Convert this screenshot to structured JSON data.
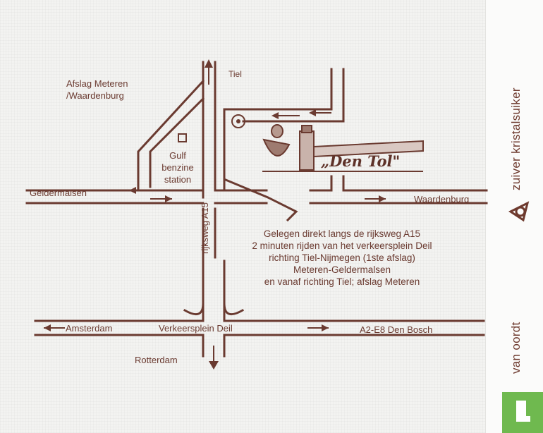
{
  "labels": {
    "afslag_line1": "Afslag Meteren",
    "afslag_line2": "/Waardenburg",
    "tiel": "Tiel",
    "gulf_line1": "Gulf",
    "gulf_line2": "benzine",
    "gulf_line3": "station",
    "geldermalsen": "Geldermalsen",
    "waardenburg": "Waardenburg",
    "rijksweg": "rijksweg A15",
    "amsterdam": "Amsterdam",
    "verkeersplein": "Verkeersplein Deil",
    "den_bosch": "A2-E8 Den Bosch",
    "rotterdam": "Rotterdam",
    "den_tol": "„Den Tol\""
  },
  "description": [
    "Gelegen direkt langs de rijksweg A15",
    "2 minuten rijden van het verkeersplein Deil",
    "richting Tiel-Nijmegen (1ste afslag)",
    "Meteren-Geldermalsen",
    "en vanaf richting Tiel; afslag Meteren"
  ],
  "brand": {
    "top": "zuiver kristalsuiker",
    "bottom": "van oordt"
  },
  "colors": {
    "ink": "#6a3a30",
    "badge": "#6fb94f"
  }
}
